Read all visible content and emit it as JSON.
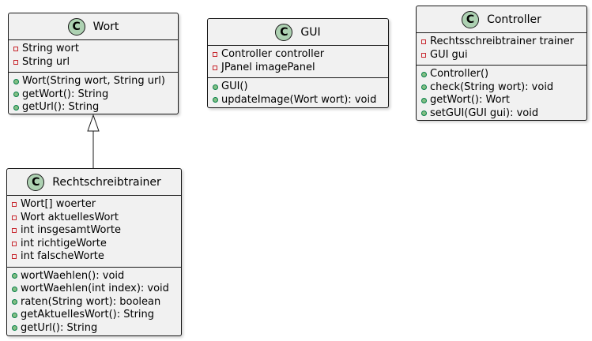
{
  "classes": {
    "wort": {
      "stereotype": "C",
      "name": "Wort",
      "attributes": [
        {
          "vis": "private",
          "text": "String wort"
        },
        {
          "vis": "private",
          "text": "String url"
        }
      ],
      "methods": [
        {
          "vis": "public",
          "text": "Wort(String wort, String url)"
        },
        {
          "vis": "public",
          "text": "getWort(): String"
        },
        {
          "vis": "public",
          "text": "getUrl(): String"
        }
      ]
    },
    "gui": {
      "stereotype": "C",
      "name": "GUI",
      "attributes": [
        {
          "vis": "private",
          "text": "Controller controller"
        },
        {
          "vis": "private",
          "text": "JPanel imagePanel"
        }
      ],
      "methods": [
        {
          "vis": "public",
          "text": "GUI()"
        },
        {
          "vis": "public",
          "text": "updateImage(Wort wort): void"
        }
      ]
    },
    "controller": {
      "stereotype": "C",
      "name": "Controller",
      "attributes": [
        {
          "vis": "private",
          "text": "Rechtsschreibtrainer trainer"
        },
        {
          "vis": "private",
          "text": "GUI gui"
        }
      ],
      "methods": [
        {
          "vis": "public",
          "text": "Controller()"
        },
        {
          "vis": "public",
          "text": "check(String wort): void"
        },
        {
          "vis": "public",
          "text": "getWort(): Wort"
        },
        {
          "vis": "public",
          "text": "setGUI(GUI gui): void"
        }
      ]
    },
    "rechtschreibtrainer": {
      "stereotype": "C",
      "name": "Rechtschreibtrainer",
      "attributes": [
        {
          "vis": "private",
          "text": "Wort[] woerter"
        },
        {
          "vis": "private",
          "text": "Wort aktuellesWort"
        },
        {
          "vis": "private",
          "text": "int insgesamtWorte"
        },
        {
          "vis": "private",
          "text": "int richtigeWorte"
        },
        {
          "vis": "private",
          "text": "int falscheWorte"
        }
      ],
      "methods": [
        {
          "vis": "public",
          "text": "wortWaehlen(): void"
        },
        {
          "vis": "public",
          "text": "wortWaehlen(int index): void"
        },
        {
          "vis": "public",
          "text": "raten(String wort): boolean"
        },
        {
          "vis": "public",
          "text": "getAktuellesWort(): String"
        },
        {
          "vis": "public",
          "text": "getUrl(): String"
        }
      ]
    }
  },
  "relations": [
    {
      "type": "inheritance",
      "from": "rechtschreibtrainer",
      "to": "wort"
    }
  ]
}
